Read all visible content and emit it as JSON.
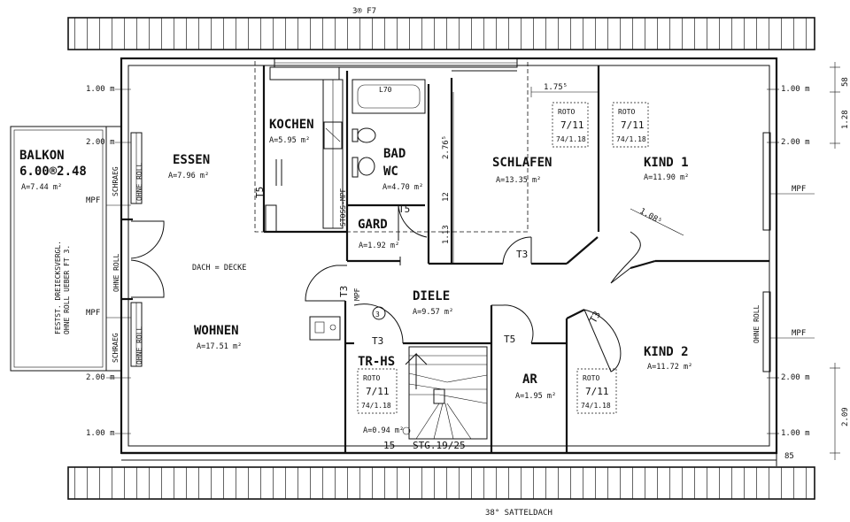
{
  "roof": {
    "top_label": "3® F7",
    "bottom_label": "38° SATTELDACH"
  },
  "balcony": {
    "name": "BALKON",
    "size": "6.00®2.48",
    "area": "A=7.44 m²",
    "note_line1": "FESTST. DREIECKSVERGL.",
    "note_line2": "OHNE ROLL UEBER FT 3."
  },
  "rooms": {
    "essen": {
      "name": "ESSEN",
      "area": "A=7.96 m²"
    },
    "kochen": {
      "name": "KOCHEN",
      "area": "A=5.95 m²"
    },
    "bad": {
      "name_line1": "BAD",
      "name_line2": "WC",
      "area": "A=4.70 m²"
    },
    "garderobe": {
      "name": "GARD",
      "area": "A=1.92 m²"
    },
    "schlafen": {
      "name": "SCHLAFEN",
      "area": "A=13.35 m²"
    },
    "kind1": {
      "name": "KIND 1",
      "area": "A=11.90 m²"
    },
    "kind2": {
      "name": "KIND 2",
      "area": "A=11.72 m²"
    },
    "wohnen": {
      "name": "WOHNEN",
      "area": "A=17.51 m²"
    },
    "diele": {
      "name": "DIELE",
      "area": "A=9.57 m²"
    },
    "ar": {
      "name": "AR",
      "area": "A=1.95 m²"
    },
    "treppenhaus": {
      "name": "TR-HS",
      "area": "A=0.94 m²"
    }
  },
  "notes": {
    "dach_decke": "DACH = DECKE",
    "stairs": "STG.19/25",
    "stairs_num": "15",
    "stoss_mpf": "STOSS-MPF",
    "marker": "3",
    "tub_dim": "L70"
  },
  "doors": {
    "t5_kochen": "T5",
    "t5_gard": "T5",
    "t3_schlafen": "T3",
    "t3_diele": "T3",
    "t3_mpf": "MPF",
    "t3_trhs": "T3",
    "t5_ar": "T5",
    "t3_kind2": "T3"
  },
  "roto_windows": [
    {
      "l1": "ROTO",
      "l2": "7/11",
      "l3": "74/1.18"
    },
    {
      "l1": "ROTO",
      "l2": "7/11",
      "l3": "74/1.18"
    },
    {
      "l1": "ROTO",
      "l2": "7/11",
      "l3": "74/1.18"
    },
    {
      "l1": "ROTO",
      "l2": "7/11",
      "l3": "74/1.18"
    }
  ],
  "window_labels": {
    "schraeg": "SCHRAEG",
    "ohne_roll": "OHNE ROLL",
    "mpf": "MPF"
  },
  "dimensions": {
    "left_100_top": "1.00 m",
    "left_200_top": "2.00 m",
    "left_200_bottom": "2.00 m",
    "left_100_bottom": "1.00 m",
    "right_100_top": "1.00 m",
    "right_200_top": "2.00 m",
    "right_200_bottom": "2.00 m",
    "right_100_bottom": "1.00 m",
    "right_58": "58",
    "right_128": "1.28",
    "right_209": "2.09",
    "right_85": "85",
    "w_175": "1.75⁵",
    "h_276": "2.76⁵",
    "h_12": "12",
    "h_113": "1.13",
    "d_108": "1.08⁵"
  }
}
